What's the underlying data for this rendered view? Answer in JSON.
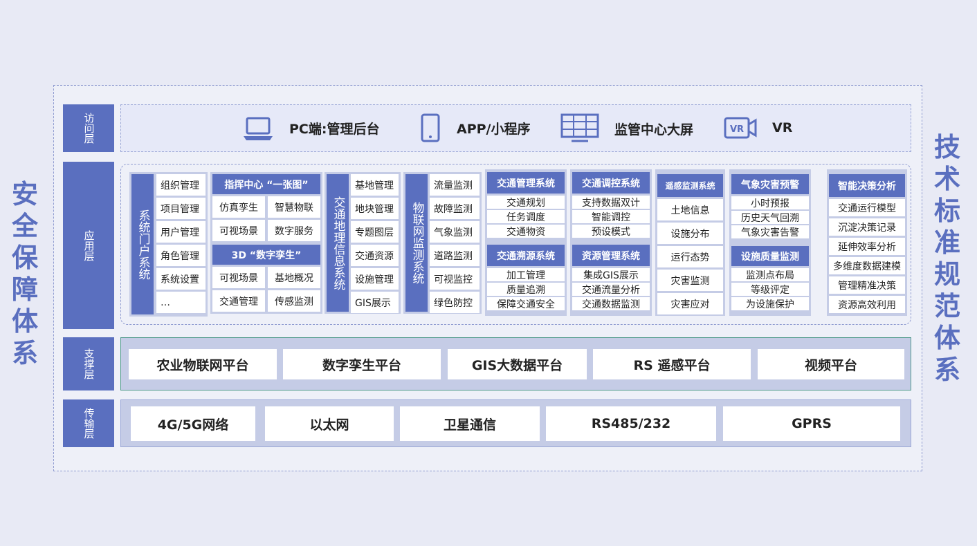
{
  "left_title": "安全保障体系",
  "right_title": "技术标准规范体系",
  "layers": {
    "access": "访问层",
    "application": "应用层",
    "support": "支撑层",
    "transport": "传输层"
  },
  "access_items": {
    "pc": "PC端:管理后台",
    "app": "APP/小程序",
    "screen": "监管中心大屏",
    "vr": "VR",
    "vr_badge": "VR"
  },
  "apps": {
    "portal": {
      "title": "系统门户系统",
      "items": [
        "组织管理",
        "项目管理",
        "用户管理",
        "角色管理",
        "系统设置",
        "…"
      ]
    },
    "command": {
      "title1": "指挥中心 “一张图”",
      "items1": [
        "仿真孪生",
        "智慧物联",
        "可视场景",
        "数字服务"
      ],
      "title2": "3D “数字孪生”",
      "items2": [
        "可视场景",
        "基地概况",
        "交通管理",
        "传感监测"
      ]
    },
    "gis": {
      "title": "交通地理信息系统",
      "items": [
        "基地管理",
        "地块管理",
        "专题图层",
        "交通资源",
        "设施管理",
        "GIS展示"
      ]
    },
    "iot": {
      "title": "物联网监测系统",
      "items": [
        "流量监测",
        "故障监测",
        "气象监测",
        "道路监测",
        "可视监控",
        "绿色防控"
      ]
    },
    "traffic_mgmt": {
      "title1": "交通管理系统",
      "items1": [
        "交通规划",
        "任务调度",
        "交通物资"
      ],
      "title2": "交通溯源系统",
      "items2": [
        "加工管理",
        "质量追溯",
        "保障交通安全"
      ]
    },
    "traffic_ctrl": {
      "title1": "交通调控系统",
      "items1": [
        "支持数据双计",
        "智能调控",
        "预设模式"
      ],
      "title2": "资源管理系统",
      "items2": [
        "集成GIS展示",
        "交通流量分析",
        "交通数据监测"
      ]
    },
    "remote": {
      "title": "遥感监测系统",
      "items": [
        "土地信息",
        "设施分布",
        "运行态势",
        "灾害监测",
        "灾害应对"
      ]
    },
    "weather": {
      "title1": "气象灾害预警",
      "items1": [
        "小时预报",
        "历史天气回溯",
        "气象灾害告警"
      ],
      "title2": "设施质量监测",
      "items2": [
        "监测点布局",
        "等级评定",
        "为设施保护"
      ]
    },
    "decision": {
      "title": "智能决策分析",
      "items": [
        "交通运行模型",
        "沉淀决策记录",
        "延伸效率分析",
        "多维度数据建模",
        "管理精准决策",
        "资源高效利用"
      ]
    }
  },
  "platforms": [
    "农业物联网平台",
    "数字孪生平台",
    "GIS大数据平台",
    "RS 遥感平台",
    "视频平台"
  ],
  "networks": [
    "4G/5G网络",
    "以太网",
    "卫星通信",
    "RS485/232",
    "GPRS"
  ],
  "colors": {
    "accent": "#5a6fbf",
    "background": "#e8eaf5",
    "panel": "#c5cce6"
  }
}
